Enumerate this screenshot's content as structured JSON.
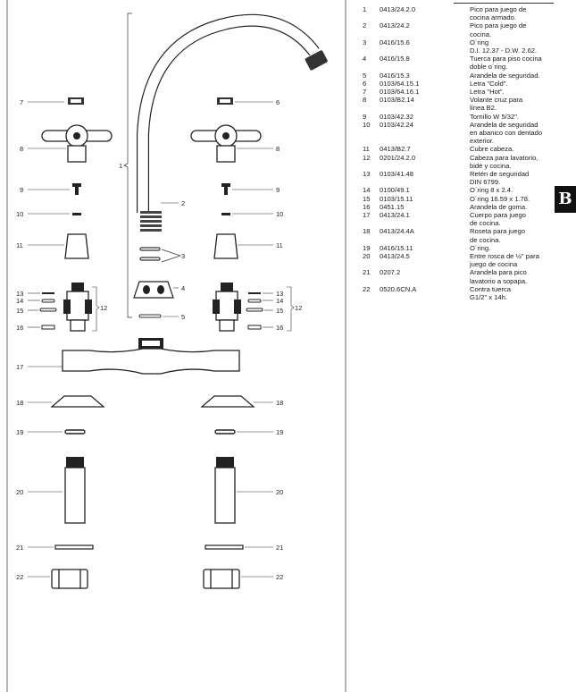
{
  "section_letter": "B",
  "parts": [
    {
      "num": "1",
      "code": "0413/24.2.0",
      "desc": [
        "Pico para juego de",
        "cocina armado."
      ]
    },
    {
      "num": "2",
      "code": "0413/24.2",
      "desc": [
        "Pico para juego de",
        "cocina."
      ]
    },
    {
      "num": "3",
      "code": "0416/15.6",
      "desc": [
        "O´ring",
        "D.I. 12.37 - D.W. 2.62."
      ]
    },
    {
      "num": "4",
      "code": "0416/15.8",
      "desc": [
        "Tuerca para piso cocina",
        "doble o´ring."
      ]
    },
    {
      "num": "5",
      "code": "0416/15.3",
      "desc": [
        "Arandela de seguridad."
      ]
    },
    {
      "num": "6",
      "code": "0103/64.15.1",
      "desc": [
        "Letra \"Cold\"."
      ]
    },
    {
      "num": "7",
      "code": "0103/64.16.1",
      "desc": [
        "Letra \"Hot\"."
      ]
    },
    {
      "num": "8",
      "code": "0103/B2.14",
      "desc": [
        "Volante cruz para",
        "línea B2."
      ]
    },
    {
      "num": "9",
      "code": "0103/42.32",
      "desc": [
        "Tornillo W 5/32\"."
      ]
    },
    {
      "num": "10",
      "code": "0103/42.24",
      "desc": [
        "Arandela de seguridad",
        "en abanico con dentado",
        "exterior."
      ]
    },
    {
      "num": "11",
      "code": "0413/B2.7",
      "desc": [
        "Cubre cabeza."
      ]
    },
    {
      "num": "12",
      "code": "0201/24.2.0",
      "desc": [
        "Cabeza para lavatorio,",
        "bidé y cocina."
      ]
    },
    {
      "num": "13",
      "code": "0103/41.48",
      "desc": [
        "Retén de seguridad",
        "DIN 6799."
      ]
    },
    {
      "num": "14",
      "code": "0100/49.1",
      "desc": [
        "O´ring 8 x 2.4."
      ]
    },
    {
      "num": "15",
      "code": "0103/15.11",
      "desc": [
        "O´ring 16.59 x 1.78."
      ]
    },
    {
      "num": "16",
      "code": "0451.15",
      "desc": [
        "Arandela de goma."
      ]
    },
    {
      "num": "17",
      "code": "0413/24.1",
      "desc": [
        "Cuerpo para juego",
        "de cocina."
      ]
    },
    {
      "num": "18",
      "code": "0413/24.4A",
      "desc": [
        "Roseta para juego",
        "de cocina."
      ]
    },
    {
      "num": "19",
      "code": "0416/15.11",
      "desc": [
        "O´ring."
      ]
    },
    {
      "num": "20",
      "code": "0413/24.5",
      "desc": [
        "Entre rosca de ½\" para",
        "juego de cocina"
      ]
    },
    {
      "num": "21",
      "code": "0207.2",
      "desc": [
        "Arandela para pico",
        "lavatorio a sopapa."
      ]
    },
    {
      "num": "22",
      "code": "0520.6CN.A",
      "desc": [
        "Contra tuerca",
        "G1/2\" x 14h."
      ]
    }
  ],
  "diagram_labels": {
    "left": [
      "7",
      "8",
      "9",
      "10",
      "11",
      "13",
      "14",
      "15",
      "16",
      "17",
      "18",
      "19",
      "20",
      "21",
      "22"
    ],
    "right": [
      "6",
      "8",
      "9",
      "10",
      "11",
      "13",
      "14",
      "15",
      "16",
      "18",
      "19",
      "20",
      "21",
      "22"
    ],
    "center": [
      "1",
      "2",
      "3",
      "4",
      "5"
    ],
    "bracket_12": "12"
  }
}
